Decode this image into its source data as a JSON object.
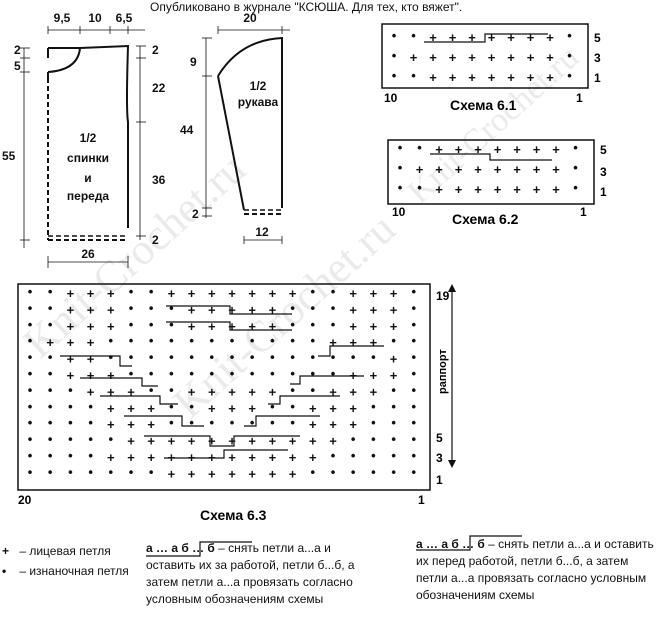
{
  "publication_note": "Опубликовано в журнале \"КСЮША. Для тех, кто вяжет\".",
  "watermark": "Knit-Crochet.ru",
  "pattern_back": {
    "dims_top": [
      "9,5",
      "10",
      "6,5"
    ],
    "dims_left_top": [
      "2",
      "5"
    ],
    "dims_right_top": "2",
    "dim_22": "22",
    "dim_36": "36",
    "dim_55": "55",
    "dim_bottom_2": "2",
    "dim_width": "26",
    "label": [
      "1/2",
      "спинки",
      "и",
      "переда"
    ]
  },
  "pattern_sleeve": {
    "dim_top": "20",
    "dim_9": "9",
    "dim_44": "44",
    "dim_2": "2",
    "dim_width": "12",
    "label": [
      "1/2",
      "рукава"
    ]
  },
  "scheme_61": {
    "title": "Схема 6.1",
    "left_num": "10",
    "right_num": "1",
    "rows": [
      "5",
      "3",
      "1"
    ]
  },
  "scheme_62": {
    "title": "Схема 6.2",
    "left_num": "10",
    "right_num": "1",
    "rows": [
      "5",
      "3",
      "1"
    ]
  },
  "scheme_63": {
    "title": "Схема 6.3",
    "left_num": "20",
    "right_num": "1",
    "rows": [
      "19",
      "5",
      "3",
      "1"
    ],
    "rapport": "раппорт"
  },
  "legend": {
    "knit_symbol": "+",
    "knit_label": " – лицевая петля",
    "purl_symbol": "•",
    "purl_label": " – изнаночная петля"
  },
  "descriptions": {
    "behind_key": "а … а  б … б",
    "behind_text": " – снять петли а...а и оставить их за работой, петли б...б, а затем петли а...а провязать согласно условным обозначениям схемы",
    "front_key": "а … а  б … б",
    "front_text": " – снять петли а...а и оставить их перед работой, петли б...б, а затем петли а...а провязать согласно условным обозначениям схемы"
  }
}
